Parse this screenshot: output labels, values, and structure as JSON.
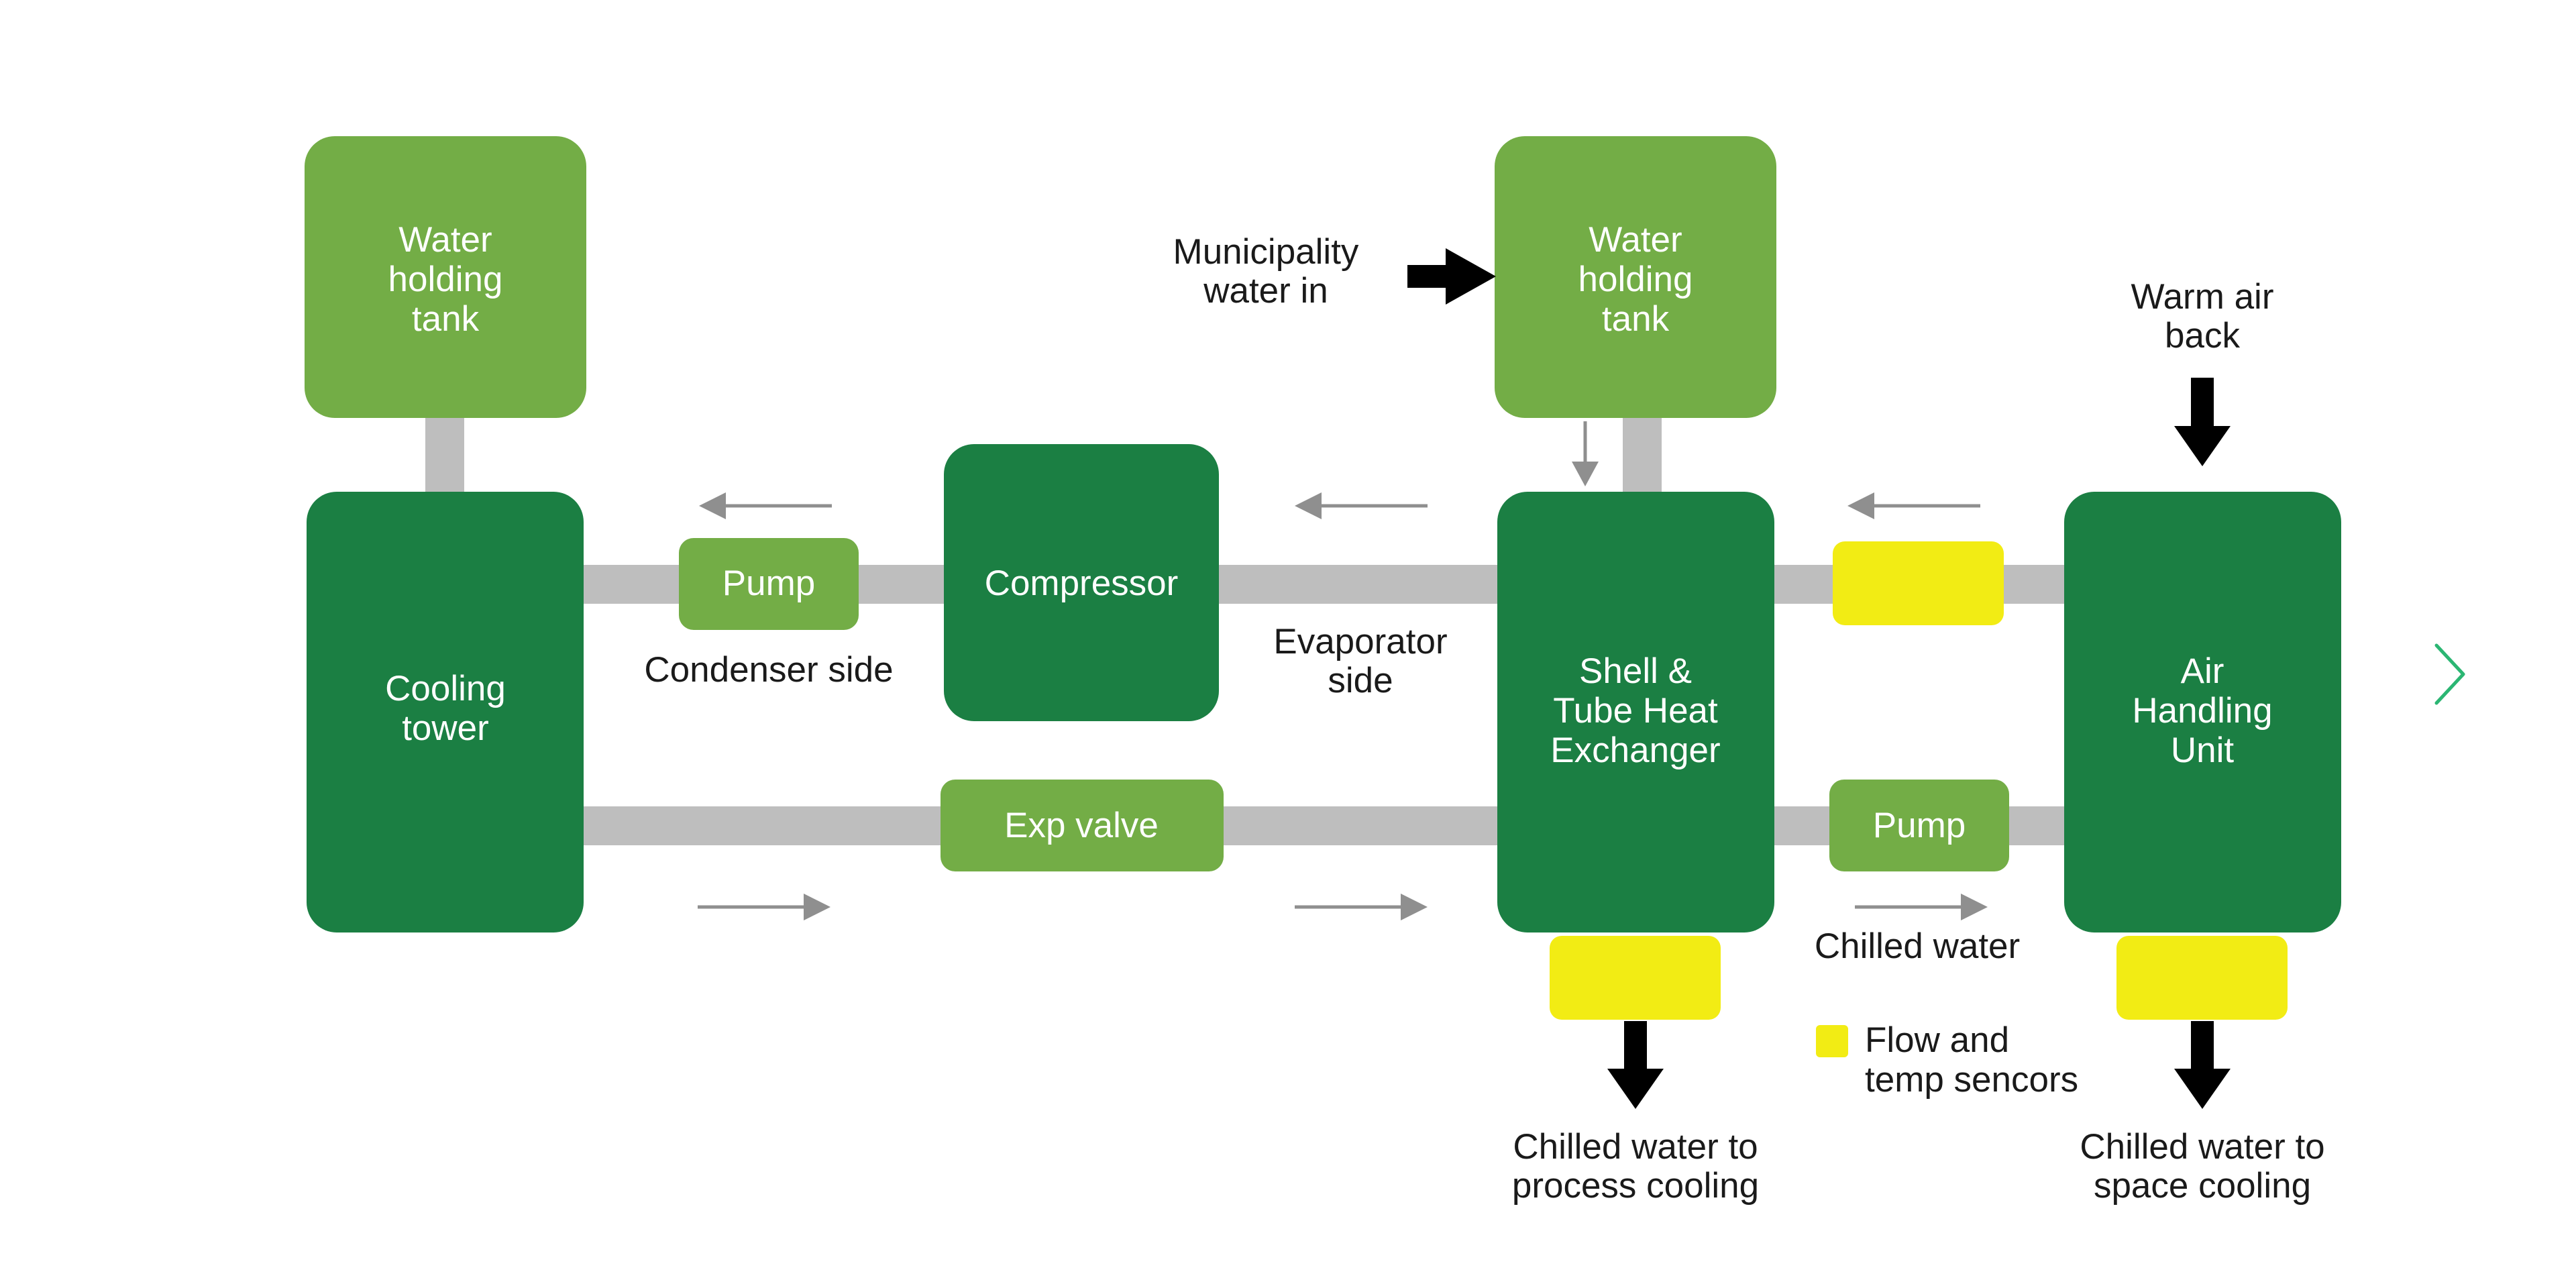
{
  "colors": {
    "dark_green": "#1b7f43",
    "light_green": "#73ad46",
    "pipe_gray": "#bebebe",
    "arrow_gray": "#8f8f8f",
    "sensor_yellow": "#f2ec14",
    "arrow_black": "#000000",
    "nav_teal": "#2bb673"
  },
  "diagram": {
    "tank_left": [
      "Water",
      "holding",
      "tank"
    ],
    "cooling_tower": [
      "Cooling",
      "tower"
    ],
    "pump_condenser": "Pump",
    "compressor": "Compressor",
    "exp_valve": "Exp valve",
    "tank_right": [
      "Water",
      "holding",
      "tank"
    ],
    "heat_exchanger": [
      "Shell &",
      "Tube Heat",
      "Exchanger"
    ],
    "pump_chilled": "Pump",
    "air_handling_unit": [
      "Air",
      "Handling",
      "Unit"
    ]
  },
  "labels": {
    "condenser_side": "Condenser side",
    "evaporator_side": [
      "Evaporator",
      "side"
    ],
    "municipality_water_in": [
      "Municipality",
      "water in"
    ],
    "warm_air_back": [
      "Warm air",
      "back"
    ],
    "chilled_water": "Chilled water",
    "chilled_to_process": [
      "Chilled water to",
      "process cooling"
    ],
    "chilled_to_space": [
      "Chilled water to",
      "space cooling"
    ]
  },
  "legend": {
    "sensor_label": [
      "Flow and",
      "temp sencors"
    ]
  },
  "nav": {
    "next_icon": "chevron-right-icon"
  }
}
